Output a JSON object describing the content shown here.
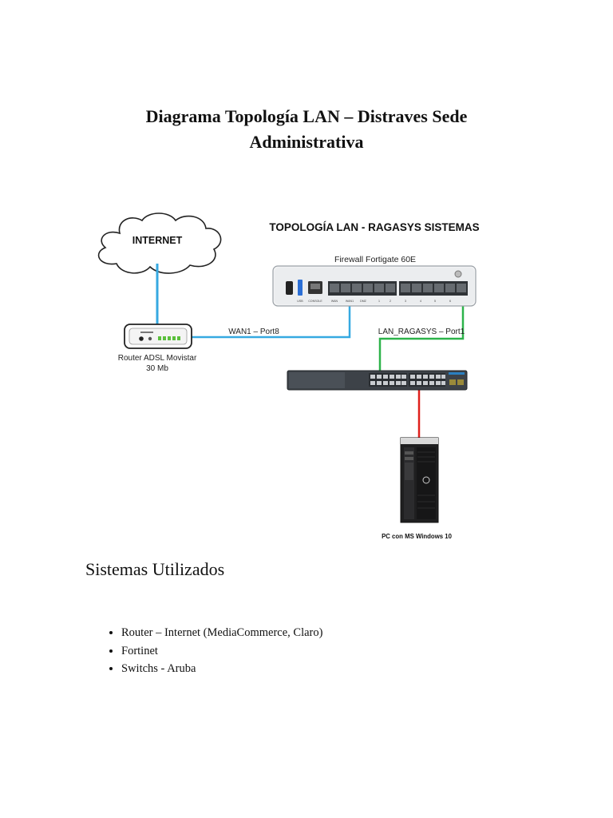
{
  "document": {
    "title_line1": "Diagrama Topología LAN – Distraves Sede",
    "title_line2": "Administrativa"
  },
  "diagram": {
    "heading": "TOPOLOGÍA LAN - RAGASYS SISTEMAS",
    "internet_label": "INTERNET",
    "firewall_label": "Firewall Fortigate 60E",
    "firewall_port_labels": [
      "USB",
      "CONSOLE",
      "WAN",
      "WAN1",
      "DMZ",
      "1",
      "2",
      "3",
      "4",
      "5",
      "6"
    ],
    "router_label_line1": "Router ADSL Movistar",
    "router_label_line2": "30 Mb",
    "link_wan": "WAN1 – Port8",
    "link_lan": "LAN_RAGASYS – Port1",
    "pc_label": "PC con MS Windows 10",
    "colors": {
      "internet_link": "#36a9e1",
      "wan_link": "#36a9e1",
      "lan_link": "#2db34a",
      "pc_link": "#e0201c",
      "switch_body": "#3d4248"
    }
  },
  "systems": {
    "heading": "Sistemas Utilizados",
    "items": [
      "Router – Internet (MediaCommerce, Claro)",
      "Fortinet",
      "Switchs - Aruba"
    ]
  }
}
